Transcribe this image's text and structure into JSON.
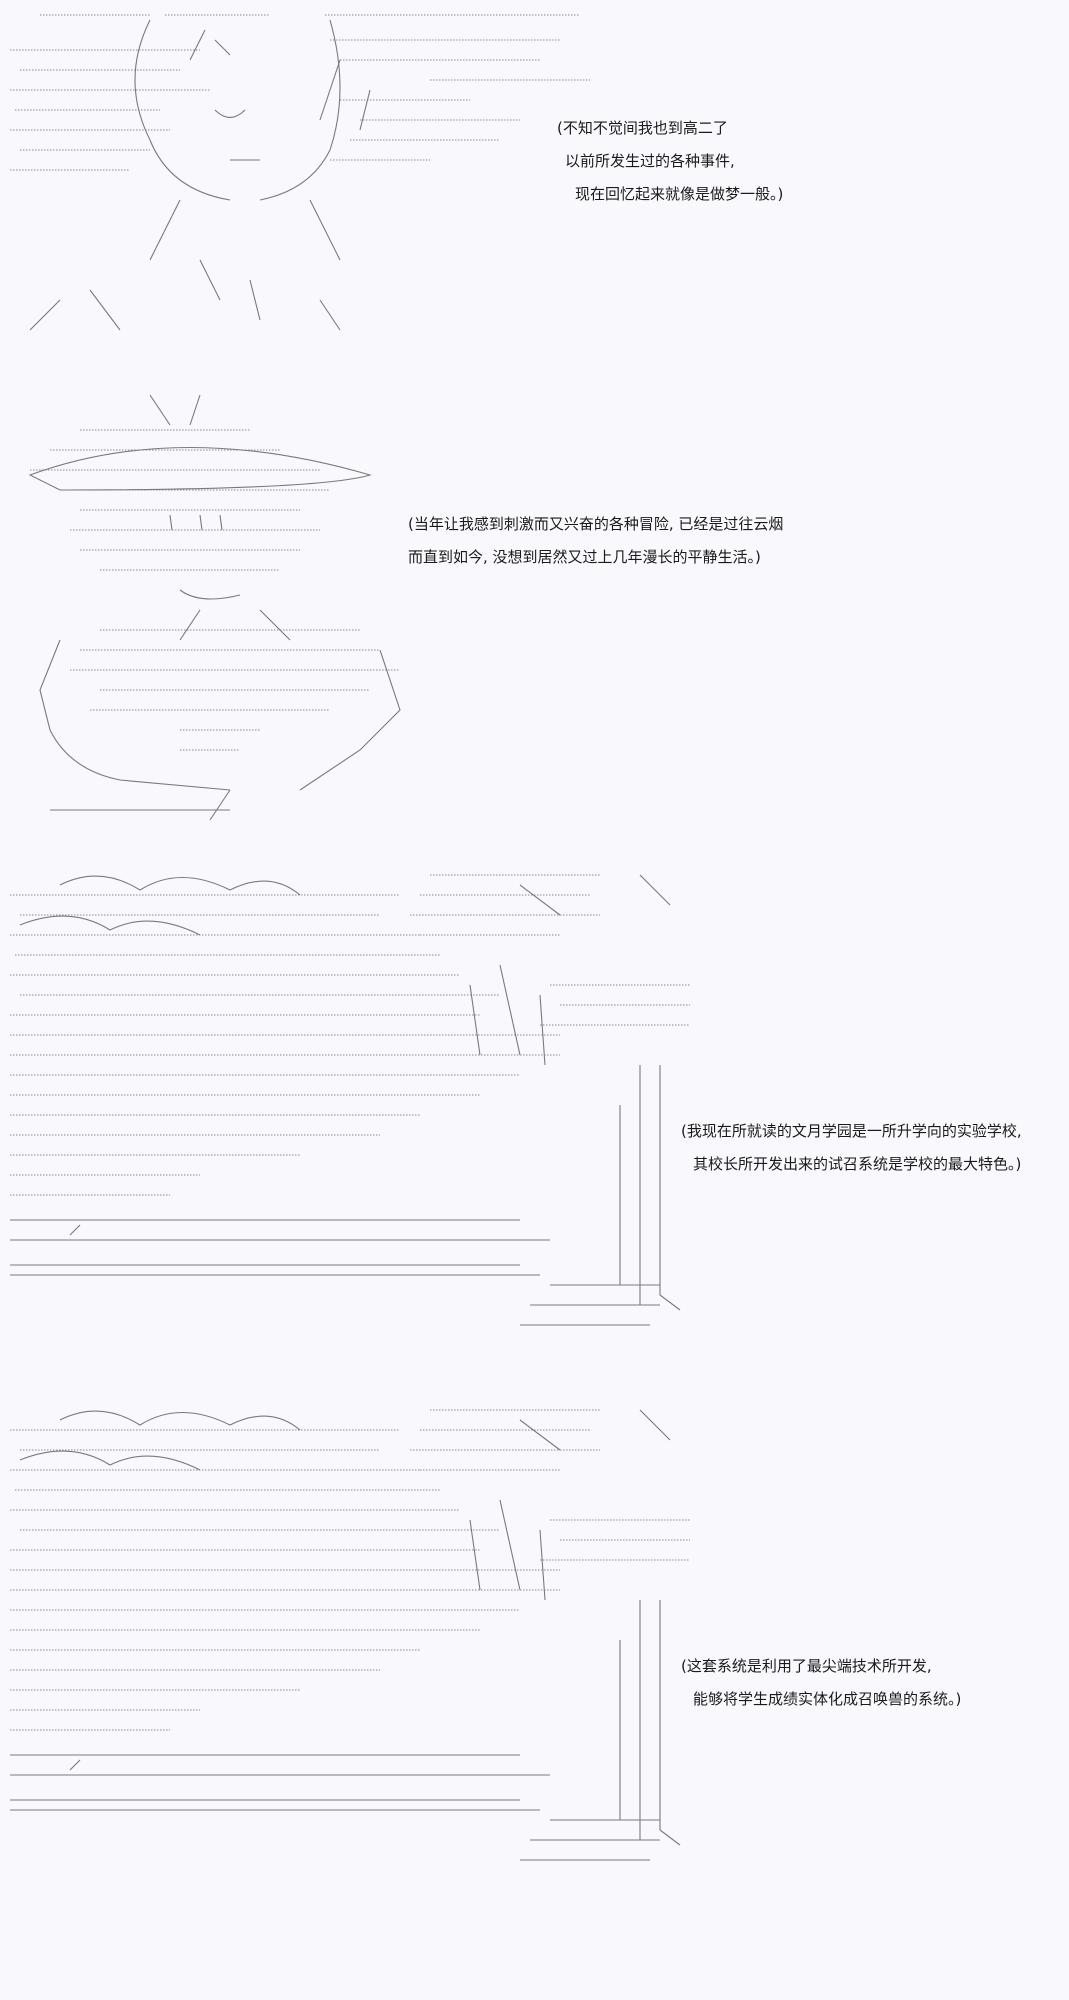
{
  "panels": [
    {
      "id": "panel-1",
      "art": "ascii-art-portrait-face",
      "caption": [
        "(不知不觉间我也到高二了",
        "以前所发生过的各种事件,",
        "现在回忆起来就像是做梦一般。)"
      ]
    },
    {
      "id": "panel-2",
      "art": "ascii-art-straw-hat-character",
      "caption": [
        "(当年让我感到刺激而又兴奋的各种冒险, 已经是过往云烟",
        "而直到如今, 没想到居然又过上几年漫长的平静生活。)"
      ]
    },
    {
      "id": "panel-3",
      "art": "ascii-art-school-landscape",
      "caption": [
        "(我现在所就读的文月学园是一所升学向的实验学校,",
        "其校长所开发出来的试召系统是学校的最大特色。)"
      ]
    },
    {
      "id": "panel-4",
      "art": "ascii-art-school-landscape",
      "caption": [
        "(这套系统是利用了最尖端技术所开发,",
        "能够将学生成绩实体化成召唤兽的系统。)"
      ]
    }
  ],
  "colors": {
    "background": "#f9f8fc",
    "art_stroke": "#7a7a7a",
    "text": "#1a1a1a"
  }
}
